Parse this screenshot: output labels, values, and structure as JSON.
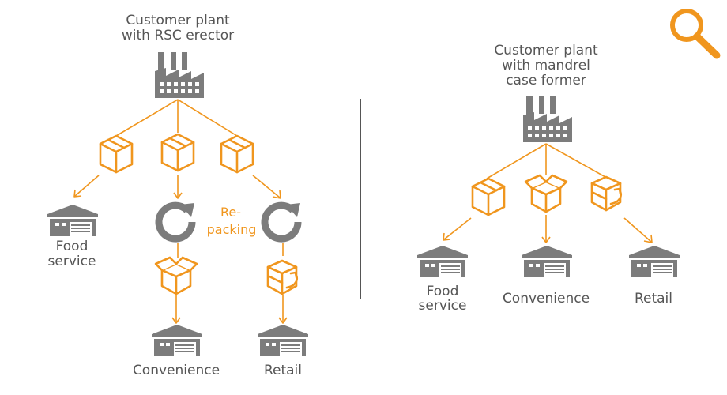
{
  "left_panel": {
    "title_line1": "Customer plant",
    "title_line2": "with RSC erector",
    "repacking_line1": "Re-",
    "repacking_line2": "packing",
    "destinations": {
      "food_line1": "Food",
      "food_line2": "service",
      "convenience": "Convenience",
      "retail": "Retail"
    }
  },
  "right_panel": {
    "title_line1": "Customer plant",
    "title_line2": "with mandrel",
    "title_line3": "case former",
    "destinations": {
      "food_line1": "Food",
      "food_line2": "service",
      "convenience": "Convenience",
      "retail": "Retail"
    }
  },
  "colors": {
    "accent": "#f0961e",
    "icon_gray": "#7c7c7c",
    "text": "#555555"
  },
  "corner_icon": "magnifier-icon"
}
